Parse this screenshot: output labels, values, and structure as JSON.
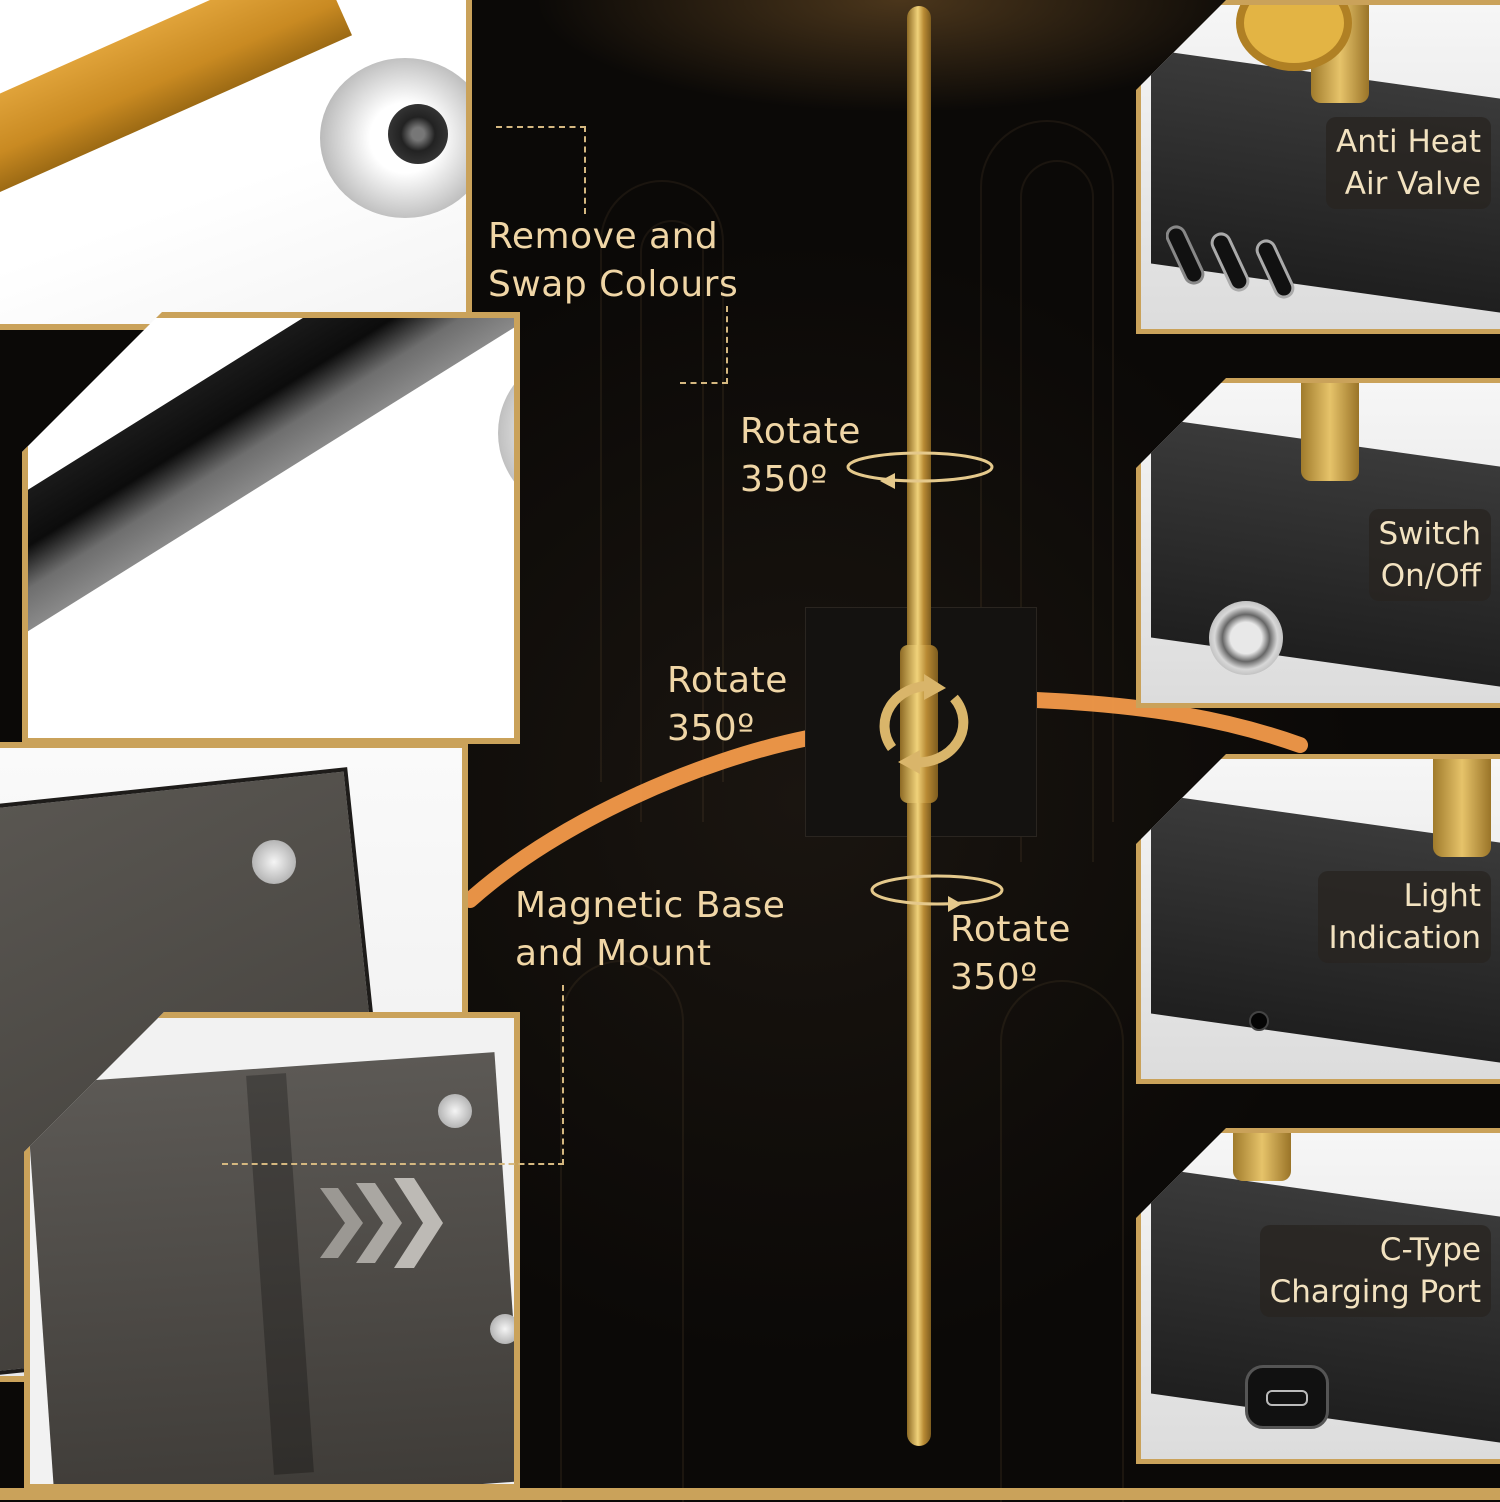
{
  "callouts": {
    "remove_swap_line1": "Remove and",
    "remove_swap_line2": "Swap Colours",
    "rotate_top_line1": "Rotate",
    "rotate_top_line2": "350º",
    "rotate_mid_line1": "Rotate",
    "rotate_mid_line2": "350º",
    "rotate_bottom_line1": "Rotate",
    "rotate_bottom_line2": "350º",
    "magnetic_line1": "Magnetic Base",
    "magnetic_line2": "and Mount"
  },
  "features": [
    {
      "line1": "Anti Heat",
      "line2": "Air Valve",
      "icon": "air-valve-vents"
    },
    {
      "line1": "Switch",
      "line2": "On/Off",
      "icon": "power-button"
    },
    {
      "line1": "Light",
      "line2": "Indication",
      "icon": "indicator-light"
    },
    {
      "line1": "C-Type",
      "line2": "Charging Port",
      "icon": "usb-c-port"
    }
  ],
  "colors": {
    "gold": "#caa25a",
    "label_text": "#f0d6a6",
    "background": "#0b0907",
    "glow": "#f39a4a"
  }
}
